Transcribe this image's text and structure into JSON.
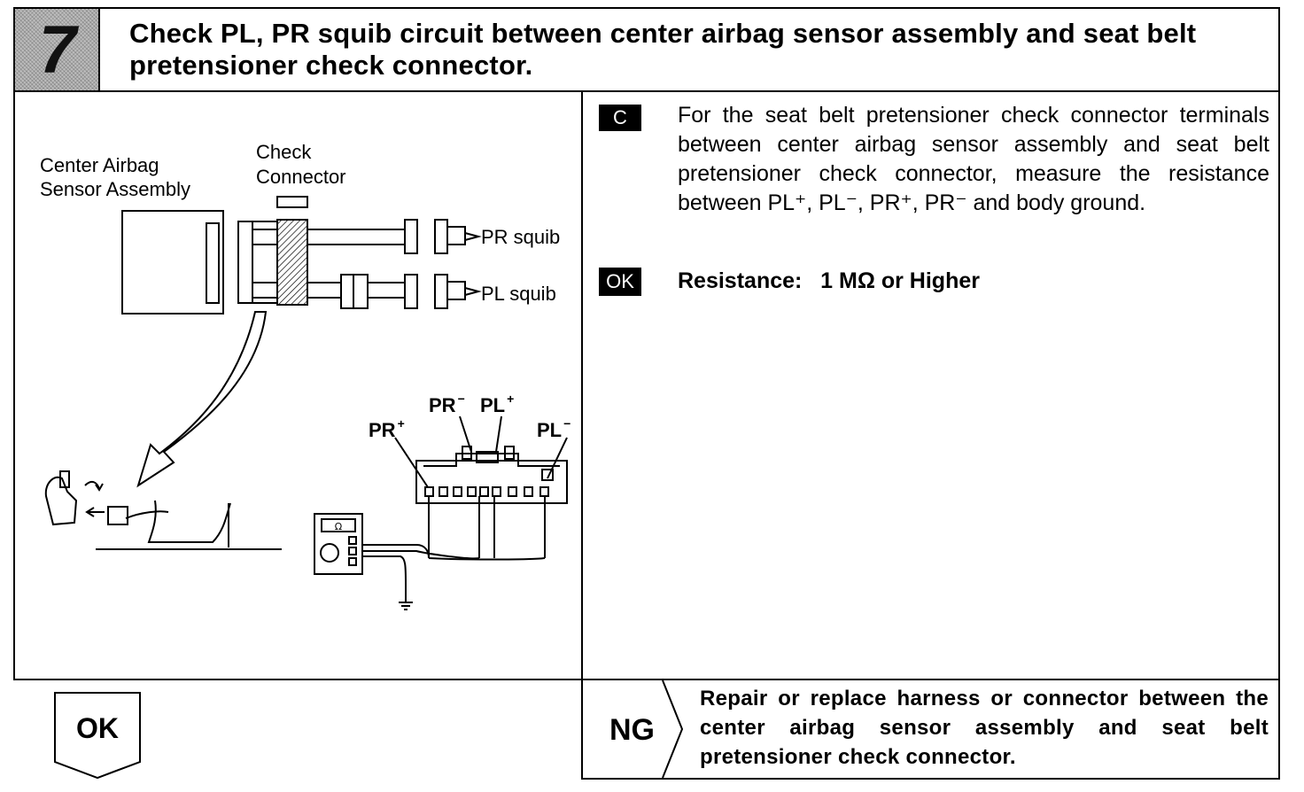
{
  "step": {
    "number": "7",
    "title": "Check PL, PR squib circuit between center airbag sensor assembly and seat belt pretensioner check connector."
  },
  "diagram": {
    "sensor_label_line1": "Center Airbag",
    "sensor_label_line2": "Sensor Assembly",
    "connector_label_line1": "Check",
    "connector_label_line2": "Connector",
    "pr_squib": "PR squib",
    "pl_squib": "PL squib",
    "terminals": {
      "pr_plus": "PR",
      "pr_minus": "PR",
      "pl_plus": "PL",
      "pl_minus": "PL",
      "plus_sign": "+",
      "minus_sign": "−"
    },
    "meter_scale": "Ω"
  },
  "check": {
    "badge": "C",
    "text": "For the seat belt pretensioner check connector terminals between center airbag sensor assembly and seat belt pretensioner check connector, measure the resistance between PL⁺, PL⁻, PR⁺, PR⁻ and body ground."
  },
  "result": {
    "badge": "OK",
    "text": "Resistance:   1 MΩ or Higher"
  },
  "ok_branch": {
    "label": "OK"
  },
  "ng_branch": {
    "label": "NG",
    "text": "Repair or replace harness or connector between the center airbag sensor assembly and seat belt pretensioner check connector."
  },
  "colors": {
    "ink": "#000000",
    "paper": "#ffffff",
    "hatch": "#bdbdbd"
  }
}
